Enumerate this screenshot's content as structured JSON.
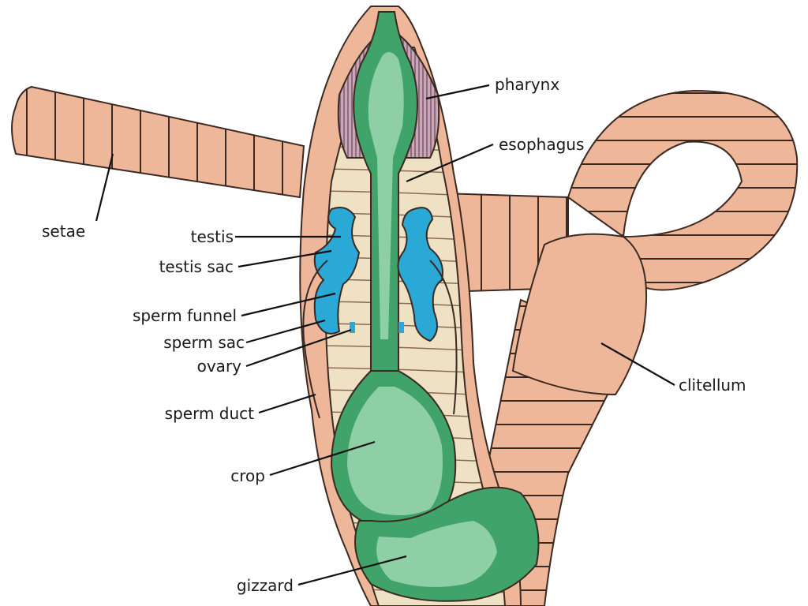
{
  "colors": {
    "body_skin": "#efb79a",
    "body_interior": "#efe1c4",
    "gut_green": "#3fa36a",
    "gut_light": "#8fcfa6",
    "reproductive_blue": "#2aa8d6",
    "pharynx_muscle": "#b48aa0",
    "outline": "#3a2a22"
  },
  "labels": {
    "pharynx": "pharynx",
    "esophagus": "esophagus",
    "setae": "setae",
    "testis": "testis",
    "testis_sac": "testis sac",
    "sperm_funnel": "sperm funnel",
    "sperm_sac": "sperm sac",
    "ovary": "ovary",
    "sperm_duct": "sperm duct",
    "crop": "crop",
    "gizzard": "gizzard",
    "clitellum": "clitellum"
  }
}
